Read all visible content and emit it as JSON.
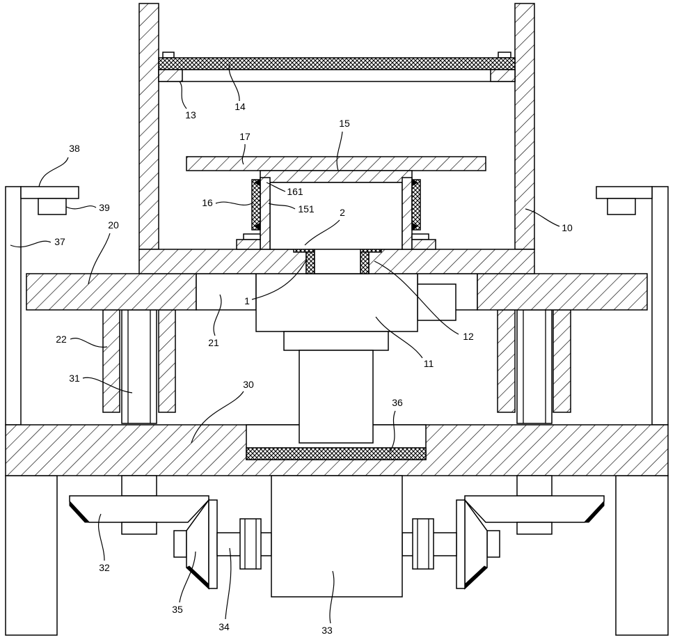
{
  "labels": {
    "l1": "1",
    "l2": "2",
    "l10": "10",
    "l11": "11",
    "l12": "12",
    "l13": "13",
    "l14": "14",
    "l15": "15",
    "l16": "16",
    "l17": "17",
    "l20": "20",
    "l21": "21",
    "l22": "22",
    "l30": "30",
    "l31": "31",
    "l32": "32",
    "l33": "33",
    "l34": "34",
    "l35": "35",
    "l36": "36",
    "l37": "37",
    "l38": "38",
    "l39": "39",
    "l151": "151",
    "l161": "161"
  },
  "colors": {
    "line": "#000000",
    "background": "#ffffff"
  }
}
